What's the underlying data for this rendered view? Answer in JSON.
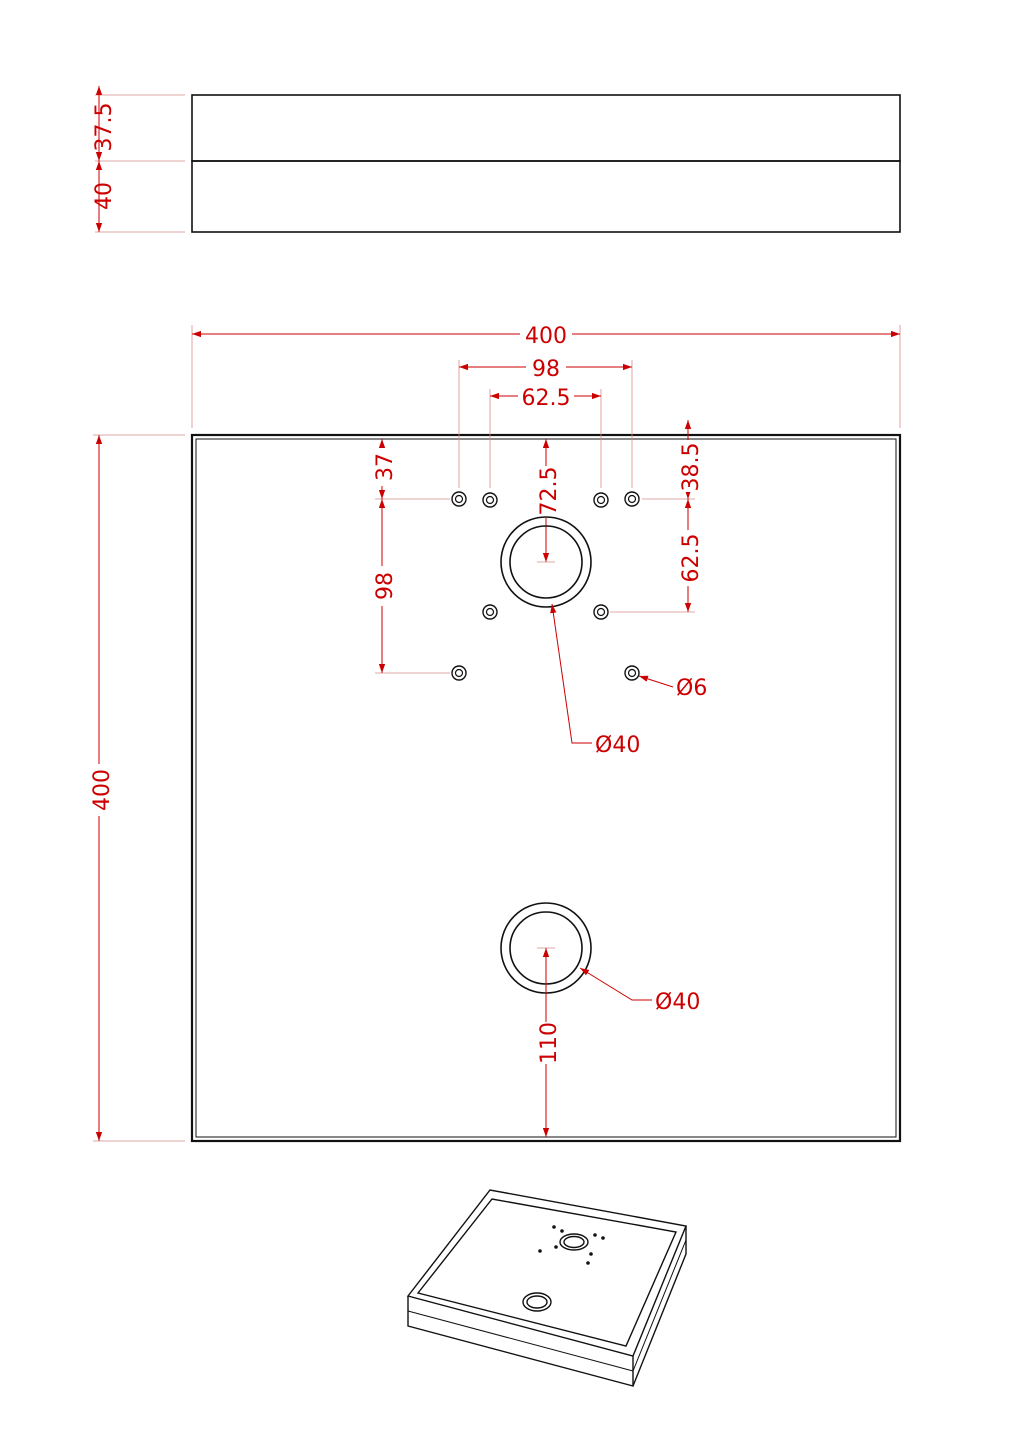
{
  "colors": {
    "dimension": "#cc0000",
    "outline": "#111111",
    "extension": "#d98a8a",
    "background": "#ffffff"
  },
  "side_view": {
    "upper_height": "37.5",
    "lower_height": "40"
  },
  "top_view": {
    "width": "400",
    "height": "400",
    "outer_hole_spacing": "98",
    "inner_hole_spacing": "62.5",
    "top_offset_left": "37",
    "left_vertical_spacing": "98",
    "top_offset_right": "38.5",
    "right_vertical_spacing": "62.5",
    "center_hole_offset": "72.5",
    "mount_hole_diameter": "Ø6",
    "upper_hole_diameter": "Ø40",
    "lower_hole_diameter": "Ø40",
    "lower_hole_offset": "110"
  }
}
